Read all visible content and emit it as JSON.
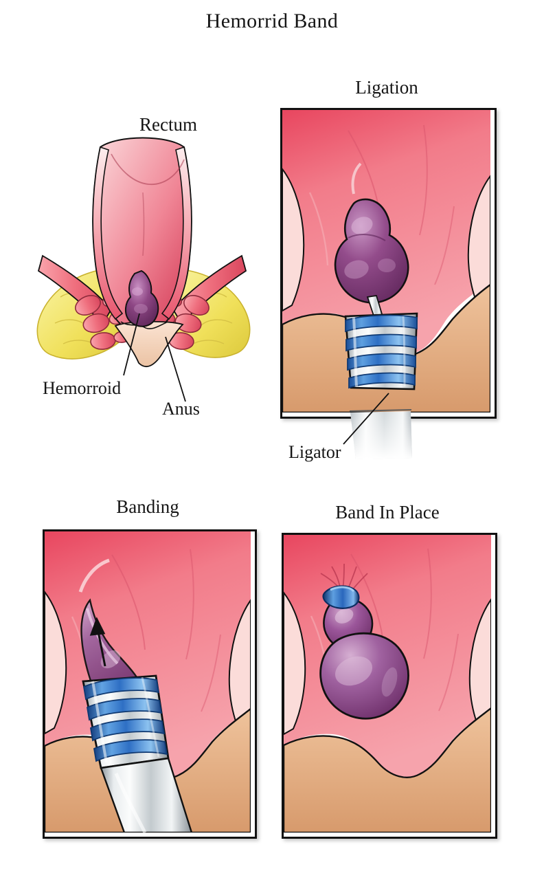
{
  "figure": {
    "title": "Hemorrid Band",
    "type": "medical-illustration",
    "subject": "Rubber band ligation of an internal hemorrhoid",
    "background_color": "#ffffff",
    "text_color": "#151515"
  },
  "palette": {
    "mucosa_pink": "#F0707E",
    "mucosa_pink_deep": "#E0415C",
    "mucosa_pink_light": "#FBC9CC",
    "hemorrhoid_purple": "#8E4785",
    "hemorrhoid_purple_light": "#B77CB0",
    "hemorrhoid_purple_dark": "#6B2F66",
    "band_blue": "#2E6FC4",
    "band_blue_light": "#7FB2E8",
    "metal_silver": "#D9DDE0",
    "metal_shadow": "#9AA1A6",
    "fat_yellow": "#F0E05A",
    "skin_tan": "#E0A878",
    "outline_black": "#111111"
  },
  "panels": [
    {
      "id": "overview",
      "title": "",
      "framed": false,
      "labels": [
        "Rectum",
        "Hemorroid",
        "Anus"
      ],
      "description": "Coronal view of rectum and anal canal with a purple internal hemorrhoid, pink sphincter muscle bundles and yellow perianal fat."
    },
    {
      "id": "ligation",
      "title": "Ligation",
      "framed": true,
      "labels": [
        "Ligator"
      ],
      "band_count": 4,
      "description": "Close-up of the anal canal; a banded ligator instrument is advanced toward the purple hemorrhoid."
    },
    {
      "id": "banding",
      "title": "Banding",
      "framed": true,
      "labels": [],
      "band_count": 4,
      "arrow": "up",
      "description": "The hemorrhoid is drawn up into the barrel of the ligator; arrow shows direction of suction."
    },
    {
      "id": "band-in-place",
      "title": "Band In Place",
      "framed": true,
      "labels": [],
      "band_count": 1,
      "description": "A single elastic band sits at the neck of the hemorrhoid after the ligator is withdrawn."
    }
  ],
  "annotations": {
    "rectum": "Rectum",
    "hemorroid": "Hemorroid",
    "anus": "Anus",
    "ligator": "Ligator",
    "ligation": "Ligation",
    "banding": "Banding",
    "band_in_place": "Band In Place"
  }
}
